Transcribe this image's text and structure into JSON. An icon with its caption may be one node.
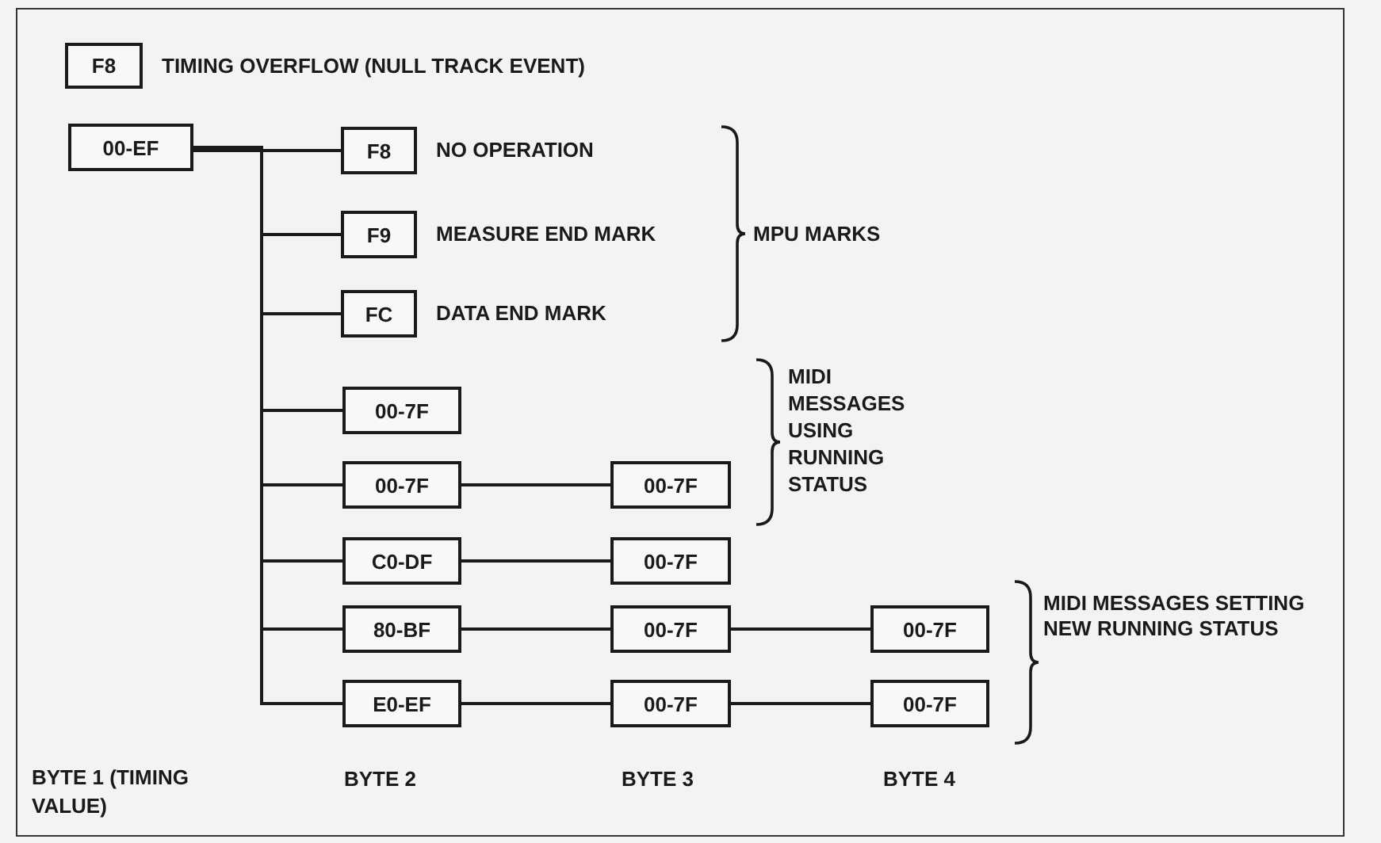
{
  "diagram": {
    "nodes": [
      {
        "text": [
          "F8"
        ],
        "beside": [
          "TIMING OVERFLOW (NULL TRACK EVENT)"
        ]
      },
      {
        "text": [
          "00-EF"
        ]
      },
      {
        "text": [
          "F8"
        ],
        "beside": [
          "NO OPERATION"
        ]
      },
      {
        "text": [
          "F9"
        ],
        "beside": [
          "MEASURE END MARK"
        ]
      },
      {
        "text": [
          "FC"
        ],
        "beside": [
          "DATA END MARK"
        ]
      },
      {
        "text": [
          "00-7F"
        ]
      },
      {
        "text": [
          "00-7F"
        ]
      },
      {
        "text": [
          "00-7F"
        ]
      },
      {
        "text": [
          "C0-DF"
        ]
      },
      {
        "text": [
          "00-7F"
        ]
      },
      {
        "text": [
          "80-BF"
        ]
      },
      {
        "text": [
          "00-7F"
        ]
      },
      {
        "text": [
          "00-7F"
        ]
      },
      {
        "text": [
          "E0-EF"
        ]
      },
      {
        "text": [
          "00-7F"
        ]
      },
      {
        "text": [
          "00-7F"
        ]
      }
    ],
    "edges": [
      {
        "from": 1,
        "to": 2,
        "arrow": "none"
      },
      {
        "from": 1,
        "to": 3,
        "arrow": "none"
      },
      {
        "from": 1,
        "to": 4,
        "arrow": "none"
      },
      {
        "from": 1,
        "to": 5,
        "arrow": "none"
      },
      {
        "from": 1,
        "to": 6,
        "arrow": "none"
      },
      {
        "from": 1,
        "to": 8,
        "arrow": "none"
      },
      {
        "from": 1,
        "to": 10,
        "arrow": "none"
      },
      {
        "from": 1,
        "to": 13,
        "arrow": "none"
      },
      {
        "from": 6,
        "to": 7,
        "arrow": "none"
      },
      {
        "from": 8,
        "to": 9,
        "arrow": "none"
      },
      {
        "from": 10,
        "to": 11,
        "arrow": "none"
      },
      {
        "from": 11,
        "to": 12,
        "arrow": "none"
      },
      {
        "from": 13,
        "to": 14,
        "arrow": "none"
      },
      {
        "from": 14,
        "to": 15,
        "arrow": "none"
      }
    ],
    "labels": [
      "MPU MARKS",
      "MIDI MESSAGES USING RUNNING STATUS",
      "MIDI MESSAGES SETTING NEW RUNNING STATUS",
      "BYTE 1 (TIMING VALUE)",
      "BYTE 2",
      "BYTE 3",
      "BYTE 4"
    ]
  }
}
